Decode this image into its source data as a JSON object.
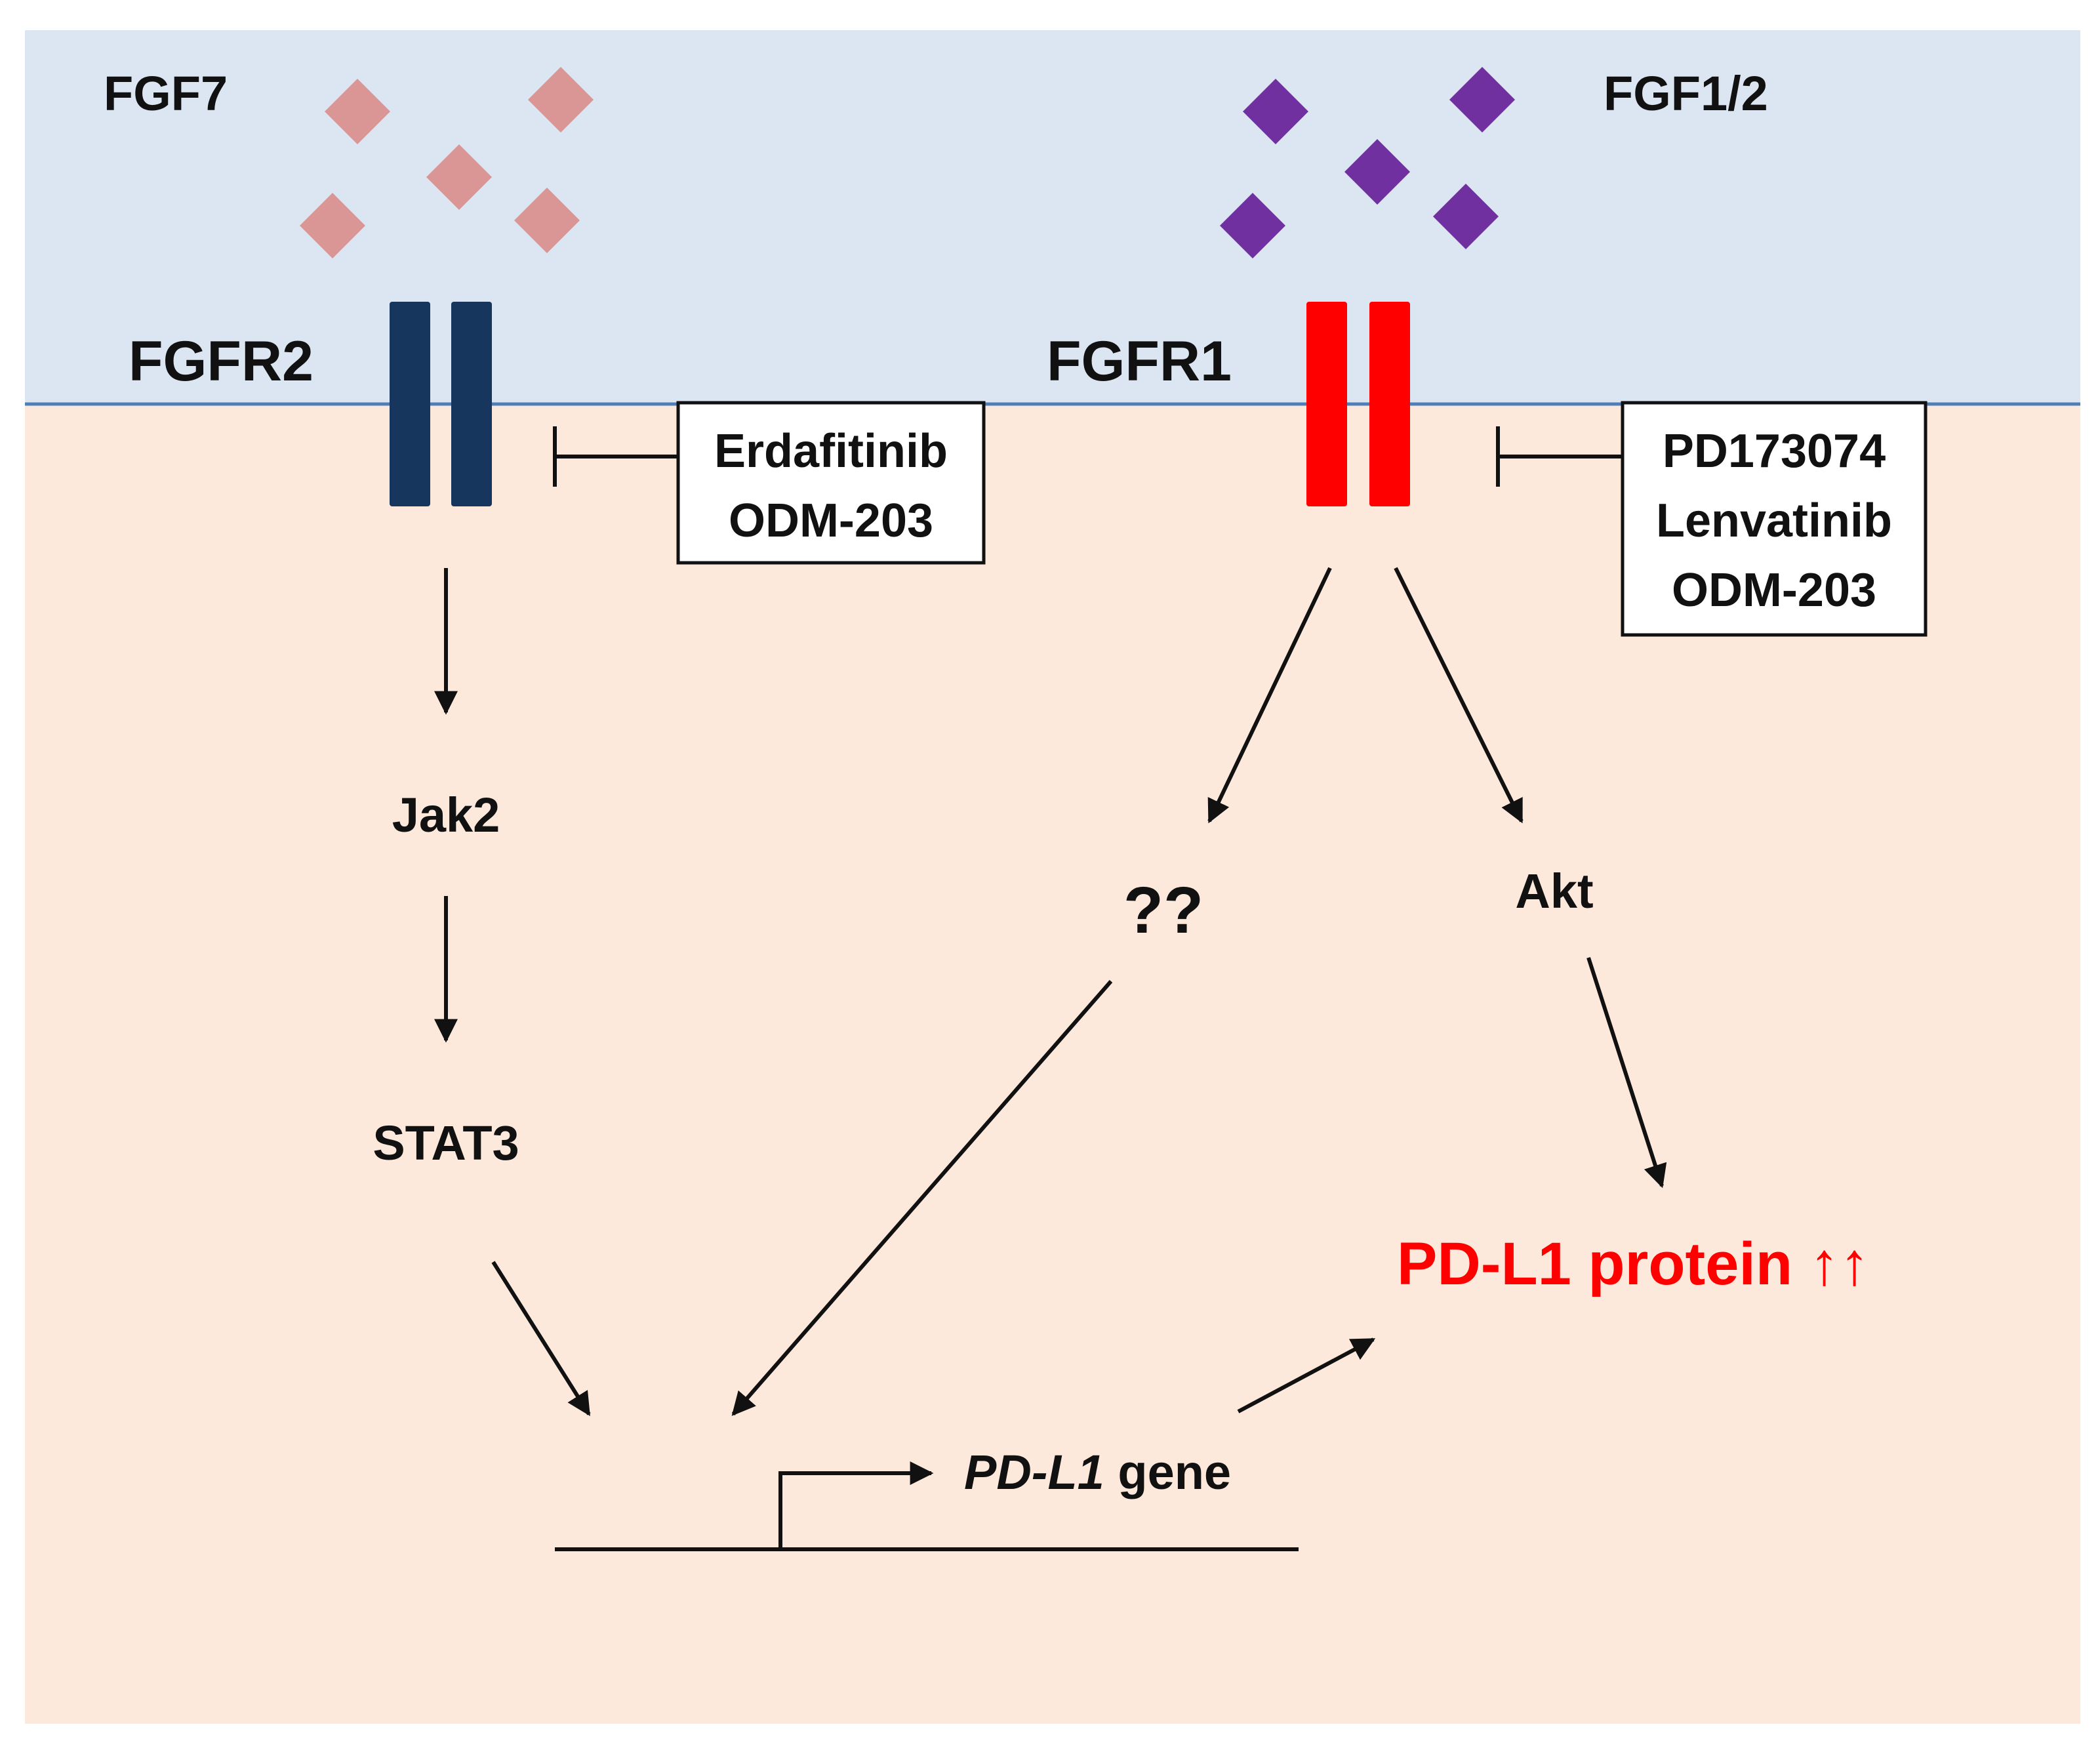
{
  "colors": {
    "extracellular": "#dce6f2",
    "intracellular": "#fde9dc",
    "membrane": "#4f7fb8",
    "fgf7_ligand": "#d99694",
    "fgf12_ligand": "#7030a0",
    "fgfr2_receptor": "#17365d",
    "fgfr1_receptor": "#ff0000",
    "highlight_text": "#ff0000"
  },
  "ligands": {
    "fgf7": {
      "label": "FGF7",
      "icon": "diamond-ligand-icon"
    },
    "fgf12": {
      "label": "FGF1/2",
      "icon": "diamond-ligand-icon"
    }
  },
  "receptors": {
    "fgfr2": {
      "label": "FGFR2"
    },
    "fgfr1": {
      "label": "FGFR1"
    }
  },
  "inhibitors": {
    "fgfr2_box": [
      "Erdafitinib",
      "ODM-203"
    ],
    "fgfr1_box": [
      "PD173074",
      "Lenvatinib",
      "ODM-203"
    ]
  },
  "signaling": {
    "jak2": "Jak2",
    "stat3": "STAT3",
    "unknown": "??",
    "akt": "Akt"
  },
  "gene": {
    "name": "PD-L1",
    "suffix": " gene"
  },
  "output": {
    "label": "PD-L1 protein ↑↑"
  }
}
